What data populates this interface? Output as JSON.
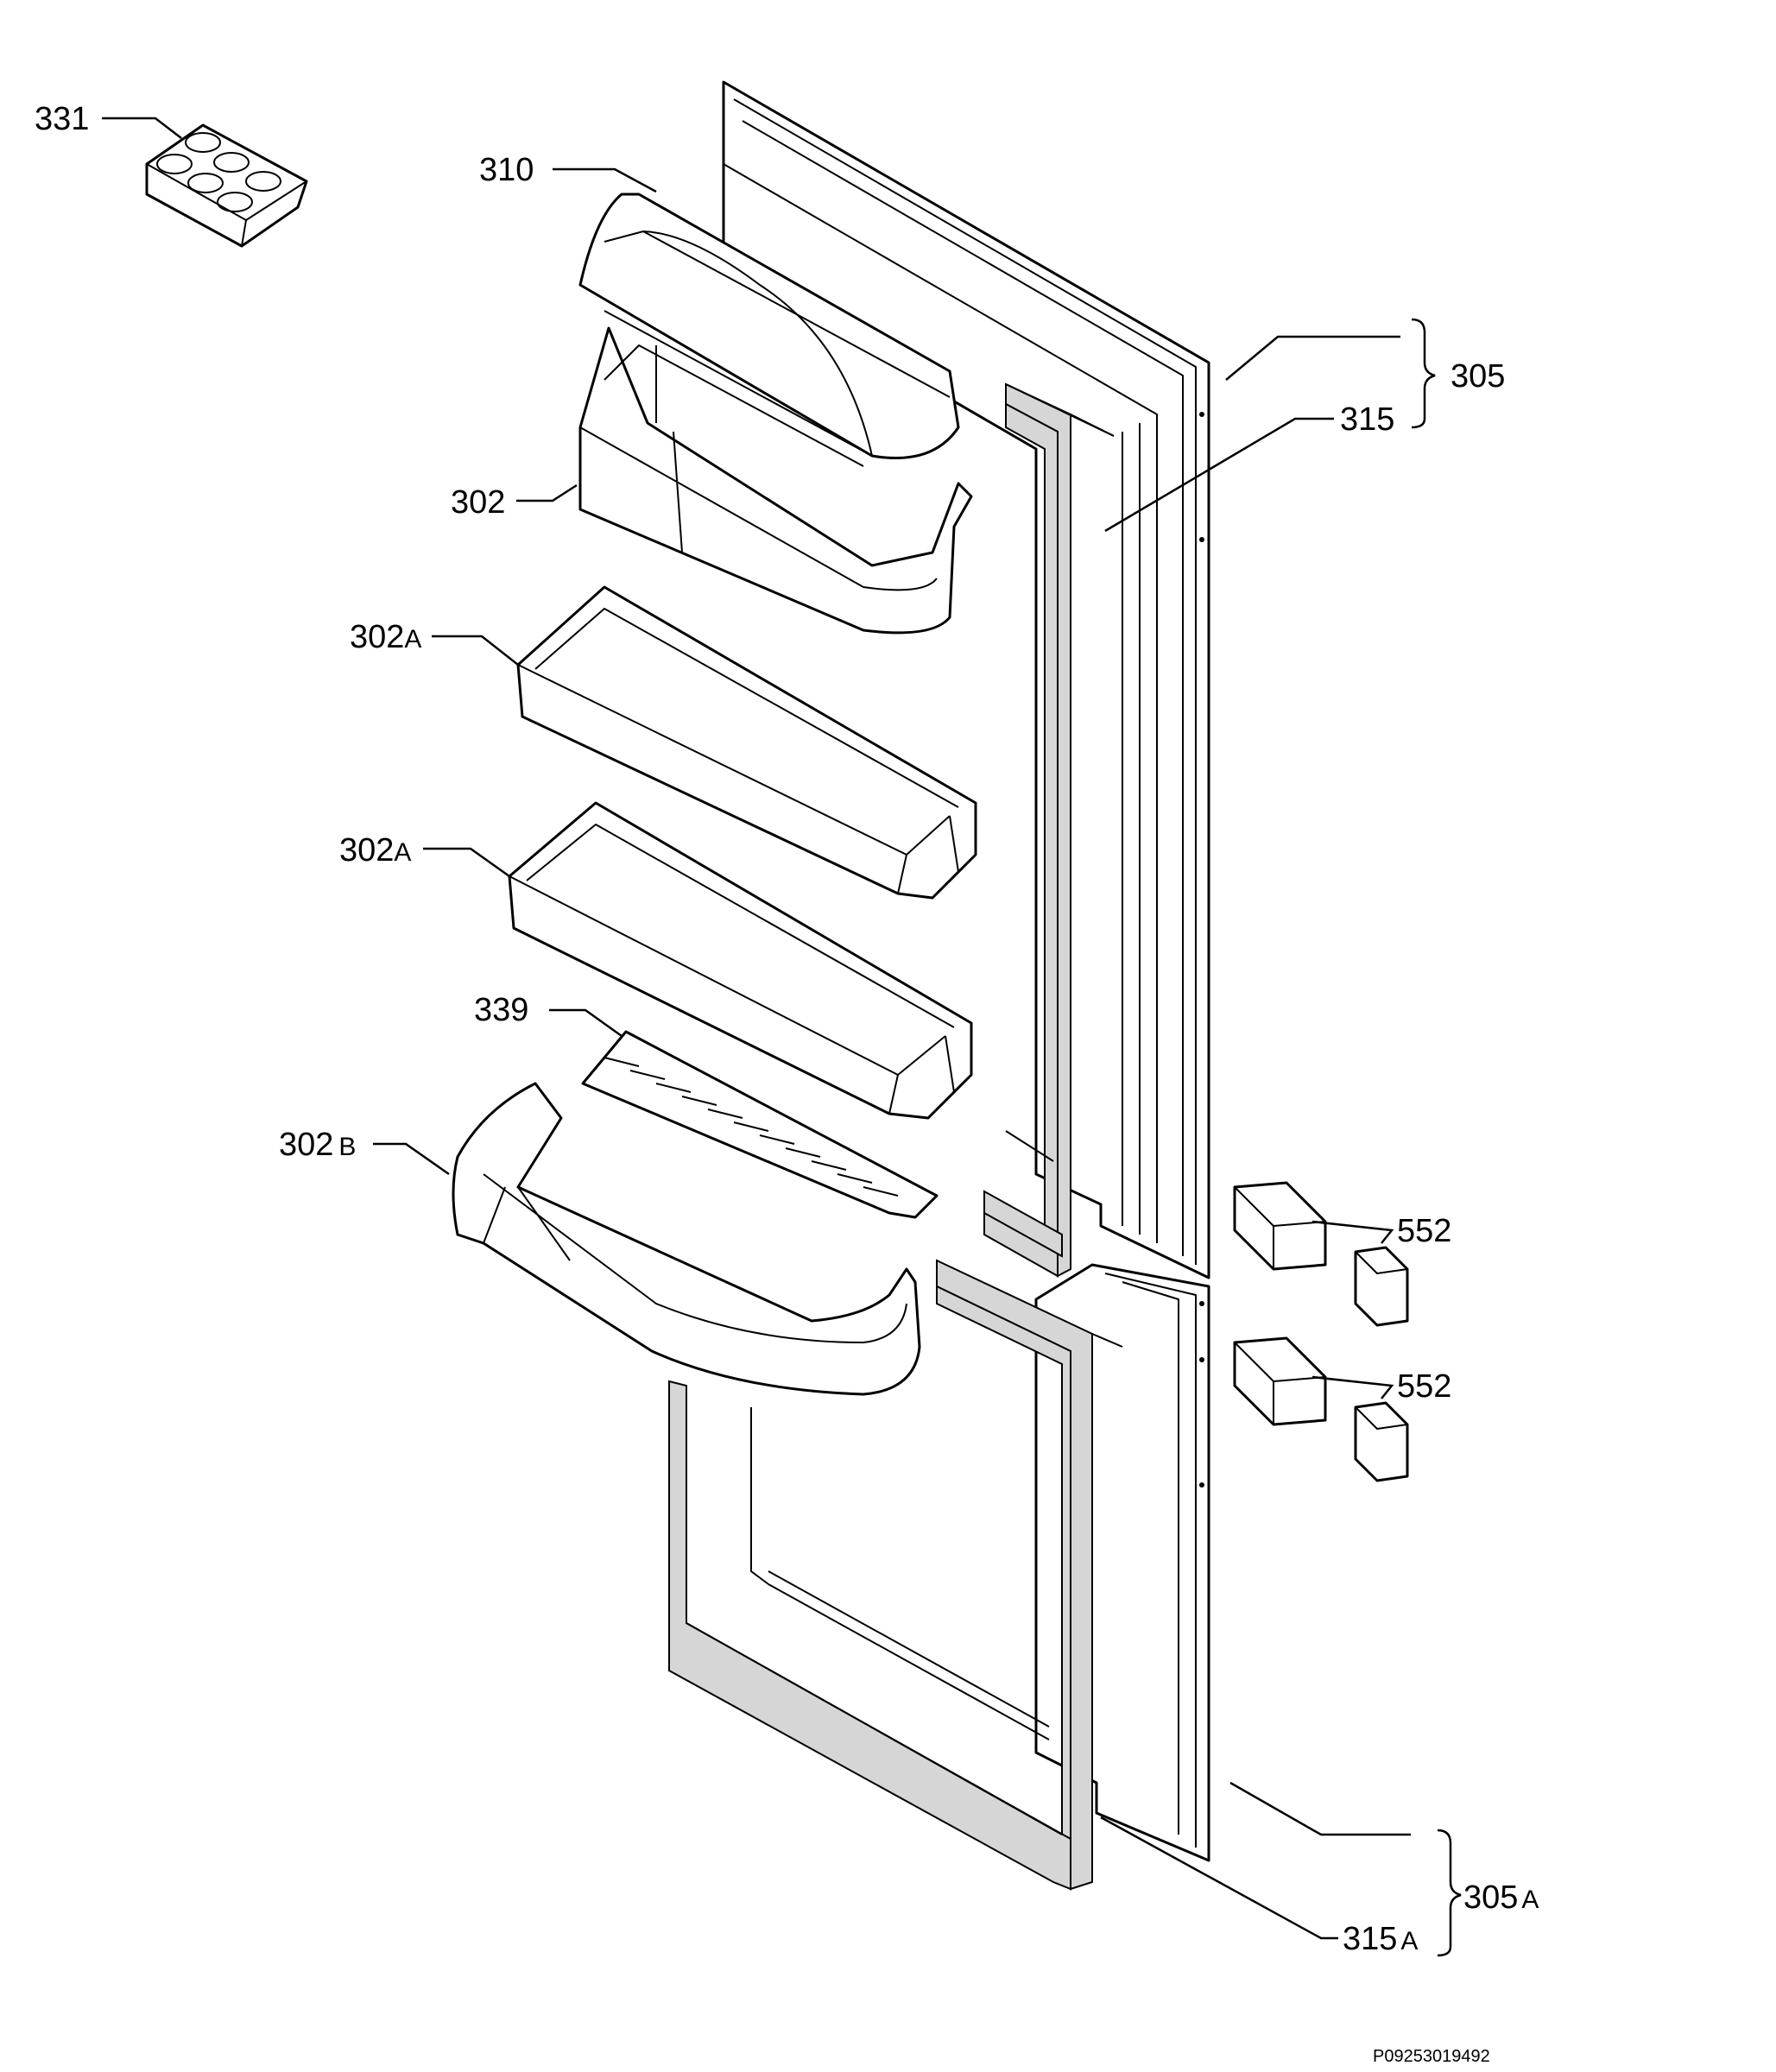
{
  "labels": {
    "p331": "331",
    "p310": "310",
    "p302": "302",
    "p302a_1": "302",
    "p302a_1_suffix": "A",
    "p302a_2": "302",
    "p302a_2_suffix": "A",
    "p339": "339",
    "p302b": "302",
    "p302b_suffix": "B",
    "p305": "305",
    "p315": "315",
    "p552_1": "552",
    "p552_2": "552",
    "p305a": "305",
    "p305a_suffix": "A",
    "p315a": "315",
    "p315a_suffix": "A"
  },
  "drawing_code": "P09253019492"
}
